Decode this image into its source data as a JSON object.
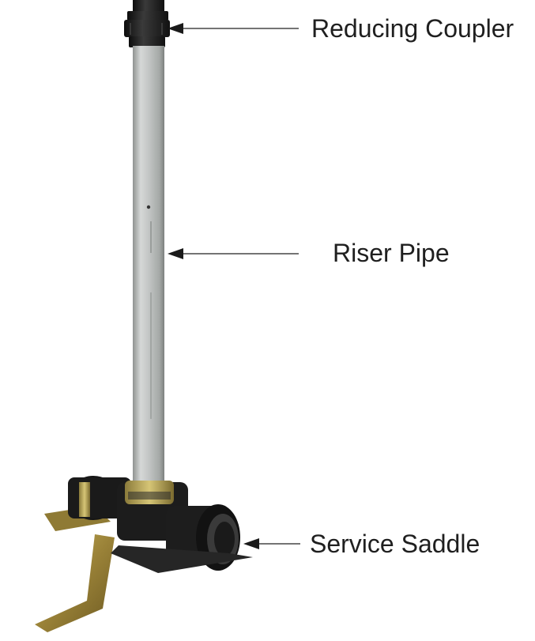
{
  "labels": {
    "reducing_coupler": "Reducing Coupler",
    "riser_pipe": "Riser Pipe",
    "service_saddle": "Service Saddle"
  },
  "colors": {
    "label_text": "#1f1f1f",
    "leader_line": "#222222",
    "pipe": "#b9bcbb",
    "fitting_black": "#1c1c1c",
    "bracket_brass": "#a0893c"
  }
}
